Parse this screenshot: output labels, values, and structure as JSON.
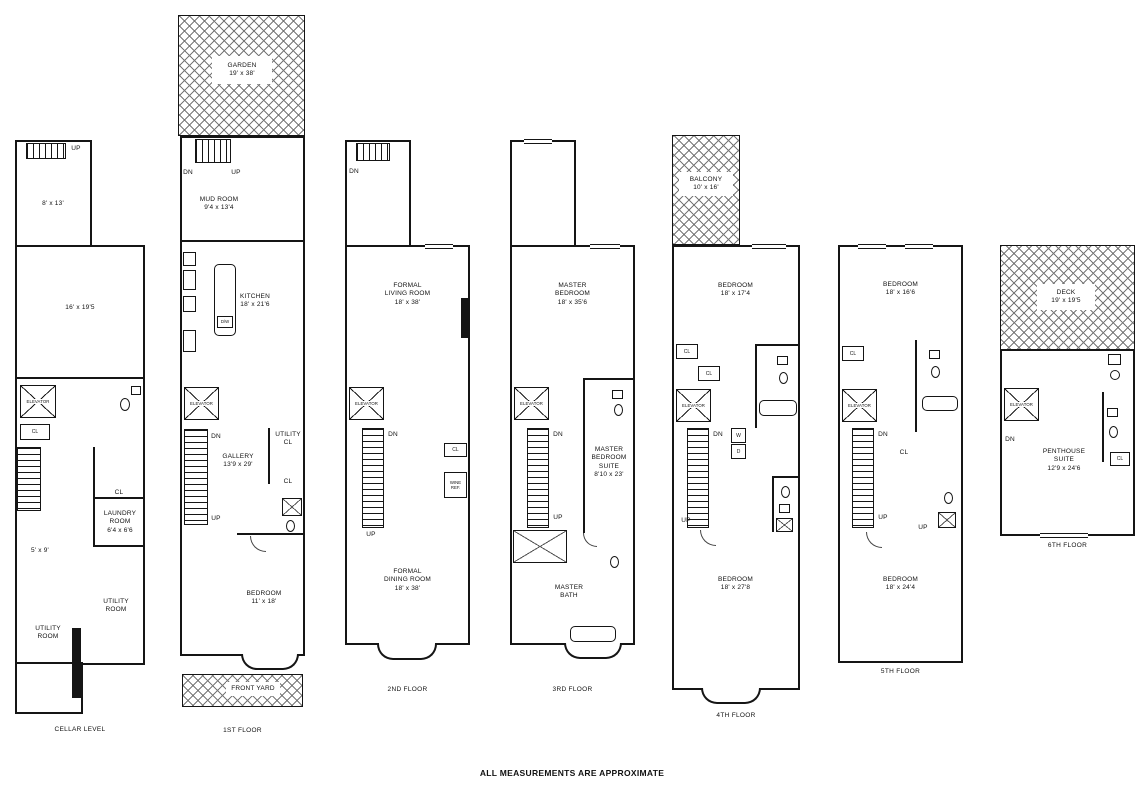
{
  "footer": "ALL MEASUREMENTS ARE APPROXIMATE",
  "common": {
    "elevator": "ELEVATOR",
    "up": "UP",
    "dn": "DN",
    "cl": "CL"
  },
  "floors": [
    {
      "caption": "CELLAR LEVEL",
      "rooms": {
        "storage": "8' x 13'",
        "rec": "16' x 19'5",
        "laundry": "LAUNDRY\nROOM\n6'4 x 6'6",
        "small": "5' x 9'",
        "utility_right": "UTILITY\nROOM",
        "utility_left": "UTILITY\nROOM"
      }
    },
    {
      "caption": "1ST FLOOR",
      "rooms": {
        "garden": "GARDEN\n19' x 38'",
        "mud": "MUD ROOM\n9'4 x 13'4",
        "kitchen": "KITCHEN\n18' x 21'6",
        "dw": "D/W",
        "gallery": "GALLERY\n13'9 x 29'",
        "utility_cl": "UTILITY\nCL",
        "bedroom": "BEDROOM\n11' x 18'",
        "front_yard": "FRONT YARD"
      }
    },
    {
      "caption": "2ND FLOOR",
      "rooms": {
        "living": "FORMAL\nLIVING ROOM\n18' x 38'",
        "wine": "WINE\nREF.",
        "dining": "FORMAL\nDINING ROOM\n18' x 38'"
      }
    },
    {
      "caption": "3RD FLOOR",
      "rooms": {
        "master": "MASTER BEDROOM\n18' x 35'6",
        "suite": "MASTER\nBEDROOM\nSUITE\n8'10 x 23'",
        "bath": "MASTER\nBATH"
      }
    },
    {
      "caption": "4TH FLOOR",
      "rooms": {
        "balcony": "BALCONY\n10' x 16'",
        "bedroom1": "BEDROOM\n18' x 17'4",
        "w": "W",
        "d": "D",
        "bedroom2": "BEDROOM\n18' x 27'8"
      }
    },
    {
      "caption": "5TH FLOOR",
      "rooms": {
        "bedroom1": "BEDROOM\n18' x 16'6",
        "bedroom2": "BEDROOM\n18' x 24'4"
      }
    },
    {
      "caption": "6TH FLOOR",
      "rooms": {
        "deck": "DECK\n19' x 19'5",
        "penthouse": "PENTHOUSE\nSUITE\n12'9 x 24'6"
      }
    }
  ]
}
